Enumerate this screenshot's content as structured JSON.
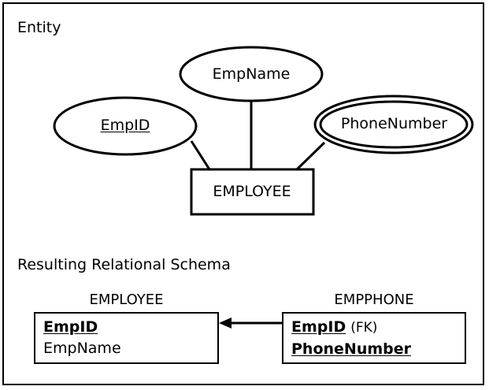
{
  "figure": {
    "section_entity_label": "Entity",
    "section_schema_label": "Resulting Relational Schema",
    "border_color": "#000000",
    "background_color": "#ffffff",
    "line_color": "#000000"
  },
  "er_model": {
    "entity": {
      "name": "EMPLOYEE",
      "shape": "rectangle"
    },
    "attributes": [
      {
        "name": "EmpID",
        "shape": "ellipse",
        "kind": "key",
        "underlined": true,
        "double_ellipse": false
      },
      {
        "name": "EmpName",
        "shape": "ellipse",
        "kind": "simple",
        "underlined": false,
        "double_ellipse": false
      },
      {
        "name": "PhoneNumber",
        "shape": "double-ellipse",
        "kind": "multivalued",
        "underlined": false,
        "double_ellipse": true
      }
    ]
  },
  "relational_schema": {
    "relations": [
      {
        "title": "EMPLOYEE",
        "attributes": [
          {
            "name": "EmpID",
            "primary_key": true,
            "note": ""
          },
          {
            "name": "EmpName",
            "primary_key": false,
            "note": ""
          }
        ]
      },
      {
        "title": "EMPPHONE",
        "attributes": [
          {
            "name": "EmpID",
            "primary_key": true,
            "note": "(FK)"
          },
          {
            "name": "PhoneNumber",
            "primary_key": true,
            "note": ""
          }
        ]
      }
    ],
    "foreign_key_arrow": {
      "from": "EMPPHONE",
      "to": "EMPLOYEE",
      "direction": "left"
    }
  }
}
